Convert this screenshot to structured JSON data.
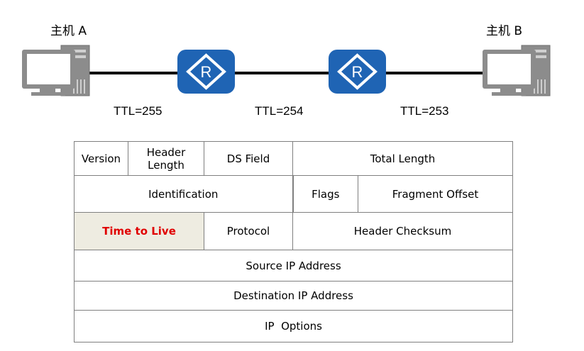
{
  "hosts": {
    "a_label": "主机 A",
    "b_label": "主机 B"
  },
  "routers": {
    "icon_letter": "R"
  },
  "ttl_values": [
    "TTL=255",
    "TTL=254",
    "TTL=253"
  ],
  "colors": {
    "router_fill": "#1f64b4",
    "highlight_bg": "#eeece1",
    "highlight_text": "#e00000",
    "host_gray": "#8c8c8c"
  },
  "header": {
    "version": "Version",
    "header_length": "Header Length",
    "ds_field": "DS Field",
    "total_length": "Total Length",
    "identification": "Identification",
    "flags": "Flags",
    "fragment_offset": "Fragment Offset",
    "time_to_live": "Time to Live",
    "protocol": "Protocol",
    "header_checksum": "Header Checksum",
    "source_ip": "Source IP Address",
    "destination_ip": "Destination IP Address",
    "ip_options": "IP  Options"
  }
}
